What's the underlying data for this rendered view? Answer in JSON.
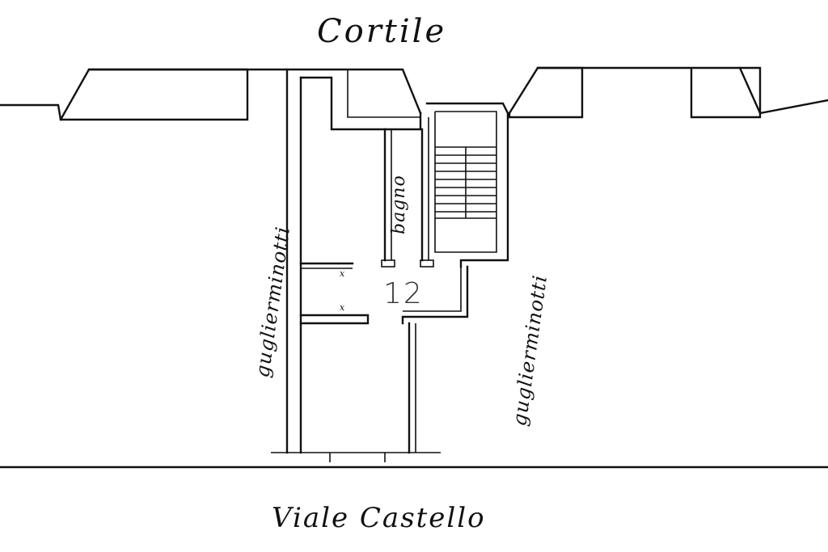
{
  "labels": {
    "top": "Cortile",
    "bottom": "Viale Castello",
    "bath": "bagno",
    "unit_number": "12",
    "left_neighbor": "guglierminotti",
    "right_neighbor": "guglierminotti"
  }
}
